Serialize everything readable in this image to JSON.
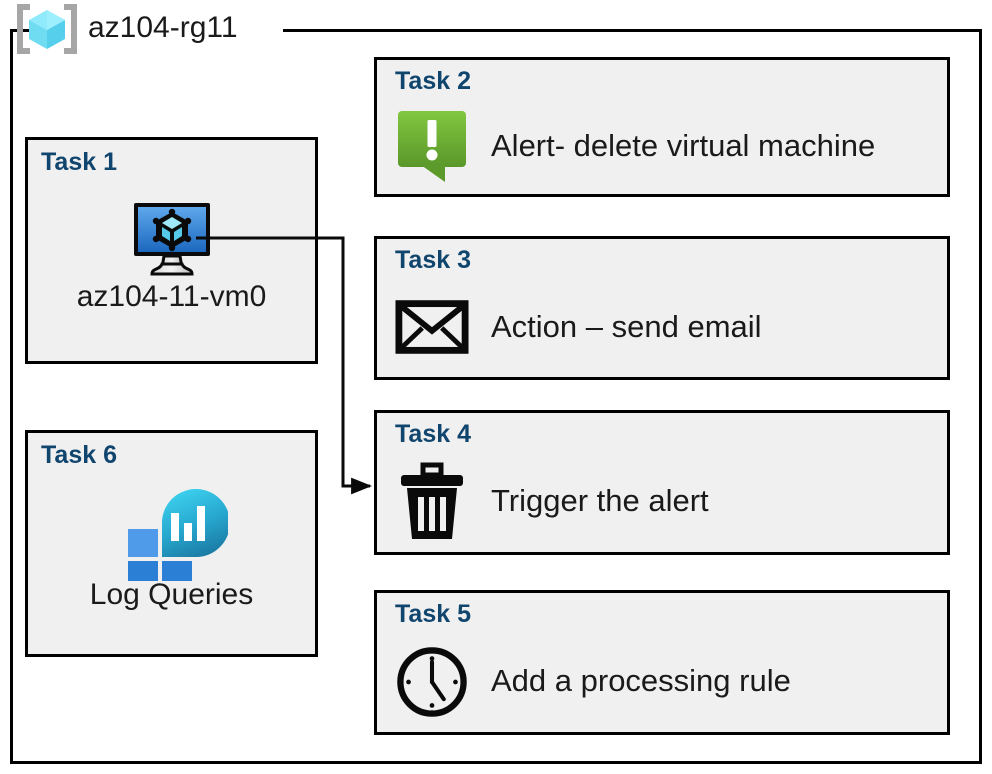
{
  "resource_group": {
    "name": "az104-rg11",
    "icon": "resource-group-cube-icon"
  },
  "cards": {
    "task1": {
      "title": "Task 1",
      "caption": "az104-11-vm0",
      "icon": "virtual-machine-icon"
    },
    "task2": {
      "title": "Task 2",
      "caption": "Alert- delete virtual machine",
      "icon": "alert-exclamation-icon"
    },
    "task3": {
      "title": "Task 3",
      "caption": "Action – send email",
      "icon": "envelope-icon"
    },
    "task4": {
      "title": "Task 4",
      "caption": "Trigger the alert",
      "icon": "trash-can-icon"
    },
    "task5": {
      "title": "Task 5",
      "caption": "Add a processing rule",
      "icon": "clock-icon"
    },
    "task6": {
      "title": "Task 6",
      "caption": "Log Queries",
      "icon": "log-analytics-icon"
    }
  },
  "connector": {
    "from": "task1-virtual-machine-icon",
    "to": "task4",
    "arrowhead": "right"
  },
  "colors": {
    "card_background": "#F0F0F0",
    "card_border": "#000000",
    "title_text": "#10456E",
    "body_text": "#1A1A1A",
    "alert_green_light": "#7DC243",
    "alert_green_dark": "#5D9B2B",
    "vm_screen_blue_light": "#5DA3E8",
    "vm_screen_blue_dark": "#1F6FC4",
    "rg_cube_cyan": "#7FE6F7",
    "rg_bracket_gray": "#A6A6A6",
    "log_blob_cyan": "#35C9EA",
    "log_blob_teal": "#1E7FA8",
    "log_square_blue": "#2B7FD4",
    "log_square_blue_light": "#4F9BEA"
  }
}
